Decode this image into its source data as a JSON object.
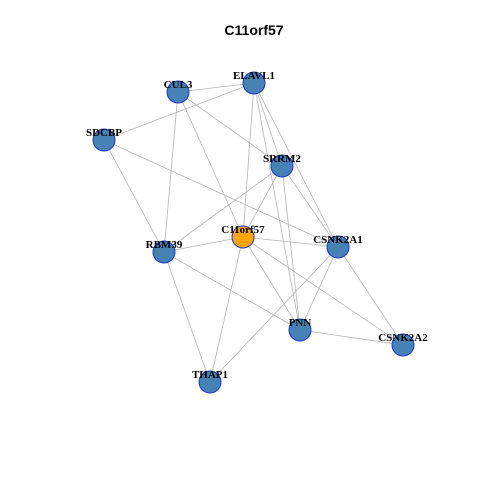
{
  "title": "C11orf57",
  "colors": {
    "center_node": "#ffa500",
    "node": "#4682b4",
    "node_border": "#1f35d0",
    "edge": "#b4b4b4"
  },
  "nodes": [
    {
      "id": "CUL3",
      "label": "CUL3",
      "center": false
    },
    {
      "id": "ELAVL1",
      "label": "ELAVL1",
      "center": false
    },
    {
      "id": "SDCBP",
      "label": "SDCBP",
      "center": false
    },
    {
      "id": "SRRM2",
      "label": "SRRM2",
      "center": false
    },
    {
      "id": "C11orf57",
      "label": "C11orf57",
      "center": true
    },
    {
      "id": "RBM39",
      "label": "RBM39",
      "center": false
    },
    {
      "id": "CSNK2A1",
      "label": "CSNK2A1",
      "center": false
    },
    {
      "id": "PNN",
      "label": "PNN",
      "center": false
    },
    {
      "id": "CSNK2A2",
      "label": "CSNK2A2",
      "center": false
    },
    {
      "id": "THAP1",
      "label": "THAP1",
      "center": false
    }
  ],
  "edges": [
    [
      "CUL3",
      "ELAVL1"
    ],
    [
      "CUL3",
      "SRRM2"
    ],
    [
      "CUL3",
      "C11orf57"
    ],
    [
      "CUL3",
      "RBM39"
    ],
    [
      "SDCBP",
      "ELAVL1"
    ],
    [
      "SDCBP",
      "RBM39"
    ],
    [
      "SDCBP",
      "CSNK2A1"
    ],
    [
      "ELAVL1",
      "SRRM2"
    ],
    [
      "ELAVL1",
      "C11orf57"
    ],
    [
      "ELAVL1",
      "CSNK2A1"
    ],
    [
      "ELAVL1",
      "PNN"
    ],
    [
      "SRRM2",
      "C11orf57"
    ],
    [
      "SRRM2",
      "RBM39"
    ],
    [
      "SRRM2",
      "CSNK2A1"
    ],
    [
      "SRRM2",
      "PNN"
    ],
    [
      "C11orf57",
      "RBM39"
    ],
    [
      "C11orf57",
      "CSNK2A1"
    ],
    [
      "C11orf57",
      "PNN"
    ],
    [
      "C11orf57",
      "CSNK2A2"
    ],
    [
      "C11orf57",
      "THAP1"
    ],
    [
      "RBM39",
      "PNN"
    ],
    [
      "RBM39",
      "THAP1"
    ],
    [
      "CSNK2A1",
      "PNN"
    ],
    [
      "CSNK2A1",
      "CSNK2A2"
    ],
    [
      "CSNK2A1",
      "THAP1"
    ],
    [
      "PNN",
      "CSNK2A2"
    ]
  ]
}
